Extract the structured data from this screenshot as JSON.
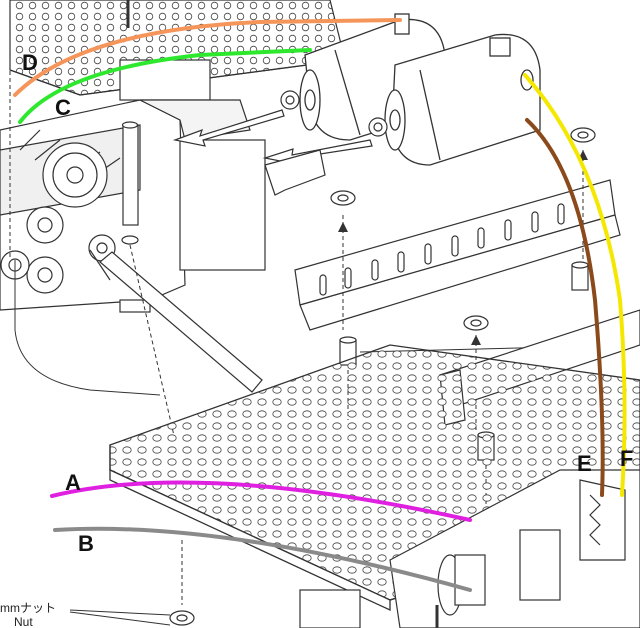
{
  "labels": {
    "A": "A",
    "B": "B",
    "C": "C",
    "D": "D",
    "E": "E",
    "F": "F"
  },
  "nut_label_ja": "mmナット",
  "nut_label_en": "Nut",
  "wire_colors": {
    "A": "#e020e0",
    "B": "#8a8a8a",
    "C": "#2ee82e",
    "D": "#f5955a",
    "E": "#8b4a1c",
    "F": "#f5e800"
  },
  "line_color": "#333333"
}
